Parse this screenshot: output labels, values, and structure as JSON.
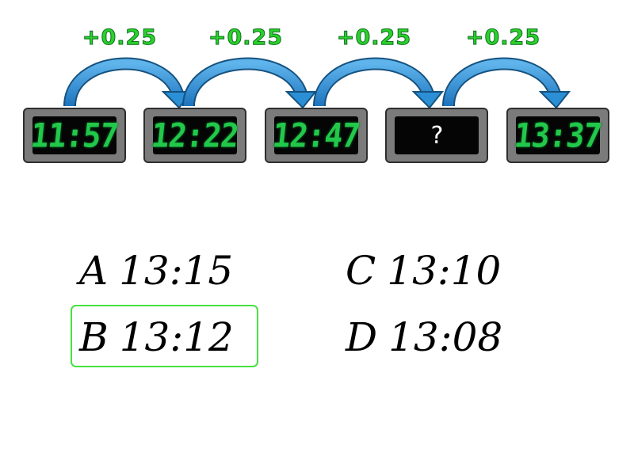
{
  "sequence": {
    "step_labels": [
      "+0.25",
      "+0.25",
      "+0.25",
      "+0.25"
    ],
    "clocks": [
      {
        "display": "11:57"
      },
      {
        "display": "12:22"
      },
      {
        "display": "12:47"
      },
      {
        "display": "?"
      },
      {
        "display": "13:37"
      }
    ]
  },
  "options": [
    {
      "letter": "A",
      "value": "13:15"
    },
    {
      "letter": "B",
      "value": "13:12"
    },
    {
      "letter": "C",
      "value": "13:10"
    },
    {
      "letter": "D",
      "value": "13:08"
    }
  ],
  "highlighted_option": "B",
  "colors": {
    "step_label": "#2bd12b",
    "arrow": "#2b8fd6",
    "digits": "#22c84a",
    "highlight_box": "#45e23f",
    "clock_body": "#7b7b7b",
    "clock_screen": "#050505"
  }
}
